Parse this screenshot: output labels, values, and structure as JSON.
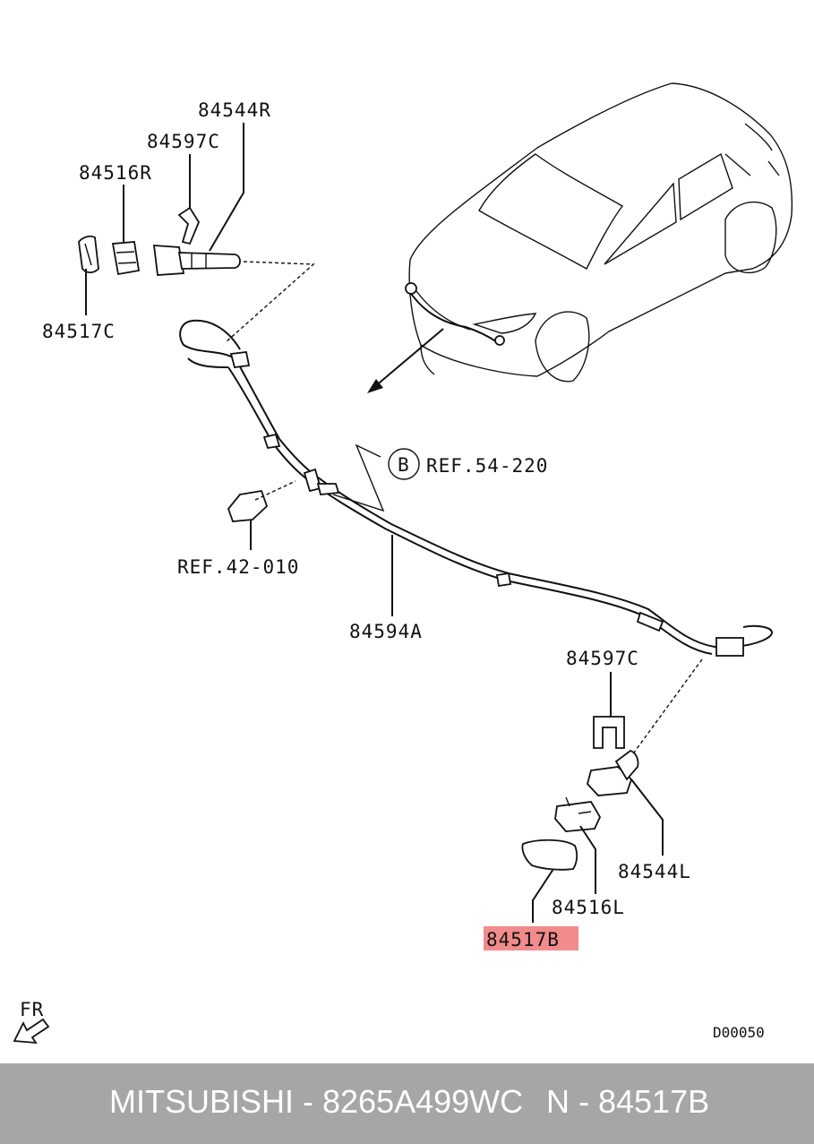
{
  "labels": {
    "l84544R": "84544R",
    "l84597C_top": "84597C",
    "l84516R": "84516R",
    "l84517C": "84517C",
    "refB": "B",
    "ref54": "REF.54-220",
    "ref42": "REF.42-010",
    "l84594A": "84594A",
    "l84597C_bot": "84597C",
    "l84544L": "84544L",
    "l84516L": "84516L",
    "l84517B": "84517B",
    "fr": "FR",
    "code": "D00050"
  },
  "highlight_color": "#f28b8b",
  "footer": {
    "brand_part": "MITSUBISHI - 8265A499WC",
    "ref": "N - 84517B"
  }
}
